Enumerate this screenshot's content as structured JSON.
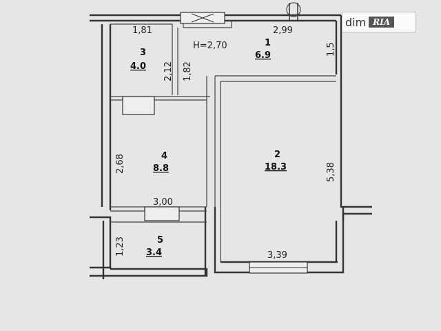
{
  "plan": {
    "ceiling_height": "H=2,70",
    "rooms": [
      {
        "number": "1",
        "area": "6.9"
      },
      {
        "number": "2",
        "area": "18.3"
      },
      {
        "number": "3",
        "area": "4.0"
      },
      {
        "number": "4",
        "area": "8.8"
      },
      {
        "number": "5",
        "area": "3.4"
      }
    ],
    "dimensions": {
      "room3_top": "1,81",
      "room3_right_a": "2,12",
      "room3_right_b": "1,82",
      "room1_top": "2,99",
      "room1_right": "1,5",
      "room4_left": "2,68",
      "room4_bottom": "3,00",
      "room2_right": "5,38",
      "room2_bottom": "3,39",
      "room5_left": "1,23"
    }
  },
  "watermark": {
    "left": "dim",
    "right": "RIA"
  }
}
